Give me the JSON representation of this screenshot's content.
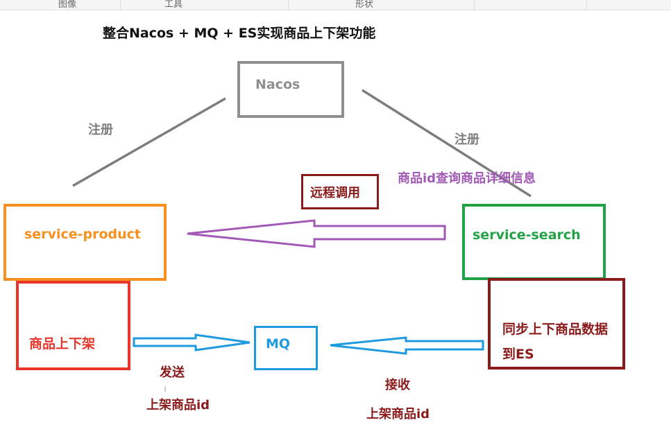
{
  "menu": {
    "tabs": [
      "图像",
      "工具",
      "形状"
    ]
  },
  "title": "整合Nacos + MQ + ES实现商品上下架功能",
  "nodes": {
    "nacos": "Nacos",
    "service_product": "service-product",
    "service_search": "service-search",
    "mq": "MQ",
    "goods_onoff": "商品上下架",
    "sync_es_line1": "同步上下商品数据",
    "sync_es_line2": "到ES"
  },
  "edges": {
    "register_left": "注册",
    "register_right": "注册",
    "remote_call": "远程调用",
    "query_detail": "商品id查询商品详细信息",
    "send": "发送",
    "send_payload": "上架商品id",
    "receive": "接收",
    "receive_payload": "上架商品id"
  },
  "colors": {
    "nacos": "#8f8f8f",
    "product": "#f7901e",
    "search": "#21a246",
    "mq": "#1e9ae0",
    "goods": "#e8352b",
    "dark_red": "#8b1a1a",
    "purple": "#a259b6"
  }
}
